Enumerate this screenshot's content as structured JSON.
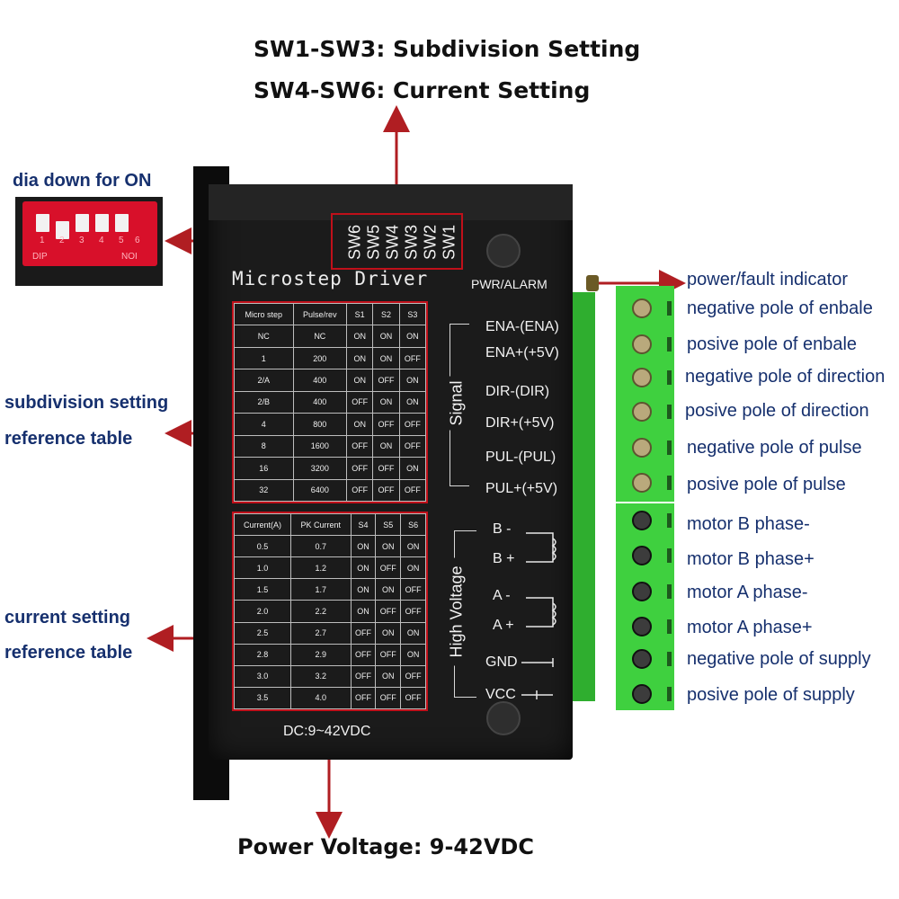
{
  "header": {
    "line1": "SW1-SW3: Subdivision Setting",
    "line2": "SW4-SW6: Current Setting"
  },
  "footer": {
    "power_voltage": "Power Voltage: 9-42VDC"
  },
  "dip_photo": {
    "caption": "dia down for ON",
    "numbers": [
      "1",
      "2",
      "3",
      "4",
      "5",
      "6"
    ],
    "left_mark": "DIP",
    "right_mark": "NOI"
  },
  "left_labels": {
    "subdivision": [
      "subdivision setting",
      "reference table"
    ],
    "current": [
      "current setting",
      "reference table"
    ]
  },
  "driver": {
    "model": "Microstep Driver",
    "pwr_alarm": "PWR/ALARM",
    "dc_label": "DC:9~42VDC",
    "switches": [
      "SW6",
      "SW5",
      "SW4",
      "SW3",
      "SW2",
      "SW1"
    ],
    "signal_group": "Signal",
    "hv_group": "High Voltage",
    "signal_pins": [
      "ENA-(ENA)",
      "ENA+(+5V)",
      "DIR-(DIR)",
      "DIR+(+5V)",
      "PUL-(PUL)",
      "PUL+(+5V)"
    ],
    "motor_pins": [
      "B -",
      "B +",
      "A -",
      "A +",
      "GND",
      "VCC"
    ]
  },
  "microstep_table": {
    "headers": [
      "Micro step",
      "Pulse/rev",
      "S1",
      "S2",
      "S3"
    ],
    "rows": [
      [
        "NC",
        "NC",
        "ON",
        "ON",
        "ON"
      ],
      [
        "1",
        "200",
        "ON",
        "ON",
        "OFF"
      ],
      [
        "2/A",
        "400",
        "ON",
        "OFF",
        "ON"
      ],
      [
        "2/B",
        "400",
        "OFF",
        "ON",
        "ON"
      ],
      [
        "4",
        "800",
        "ON",
        "OFF",
        "OFF"
      ],
      [
        "8",
        "1600",
        "OFF",
        "ON",
        "OFF"
      ],
      [
        "16",
        "3200",
        "OFF",
        "OFF",
        "ON"
      ],
      [
        "32",
        "6400",
        "OFF",
        "OFF",
        "OFF"
      ]
    ]
  },
  "current_table": {
    "headers": [
      "Current(A)",
      "PK Current",
      "S4",
      "S5",
      "S6"
    ],
    "rows": [
      [
        "0.5",
        "0.7",
        "ON",
        "ON",
        "ON"
      ],
      [
        "1.0",
        "1.2",
        "ON",
        "OFF",
        "ON"
      ],
      [
        "1.5",
        "1.7",
        "ON",
        "ON",
        "OFF"
      ],
      [
        "2.0",
        "2.2",
        "ON",
        "OFF",
        "OFF"
      ],
      [
        "2.5",
        "2.7",
        "OFF",
        "ON",
        "ON"
      ],
      [
        "2.8",
        "2.9",
        "OFF",
        "OFF",
        "ON"
      ],
      [
        "3.0",
        "3.2",
        "OFF",
        "ON",
        "OFF"
      ],
      [
        "3.5",
        "4.0",
        "OFF",
        "OFF",
        "OFF"
      ]
    ]
  },
  "terminal_labels": [
    "power/fault indicator",
    "negative pole of enbale",
    "posive pole of enbale",
    "negative pole of direction",
    "posive pole of direction",
    "negative pole of pulse",
    "posive pole of pulse",
    "motor B phase-",
    "motor B phase+",
    "motor A phase-",
    "motor A phase+",
    "negative pole of supply",
    "posive pole of supply"
  ],
  "colors": {
    "arrow": "#b01e22",
    "label_blue": "#16306e",
    "terminal_green": "#3fd03f",
    "table_border": "#c0101a"
  }
}
